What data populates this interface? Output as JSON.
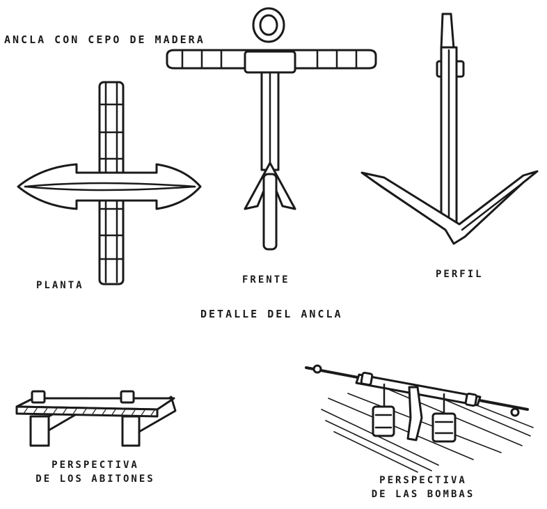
{
  "title": "ANCLA CON CEPO DE MADERA",
  "views": {
    "planta": "PLANTA",
    "frente": "FRENTE",
    "perfil": "PERFIL"
  },
  "detail_caption": "DETALLE DEL ANCLA",
  "abitones": {
    "line1": "PERSPECTIVA",
    "line2": "DE LOS ABITONES"
  },
  "bombas": {
    "line1": "PERSPECTIVA",
    "line2": "DE LAS BOMBAS"
  }
}
